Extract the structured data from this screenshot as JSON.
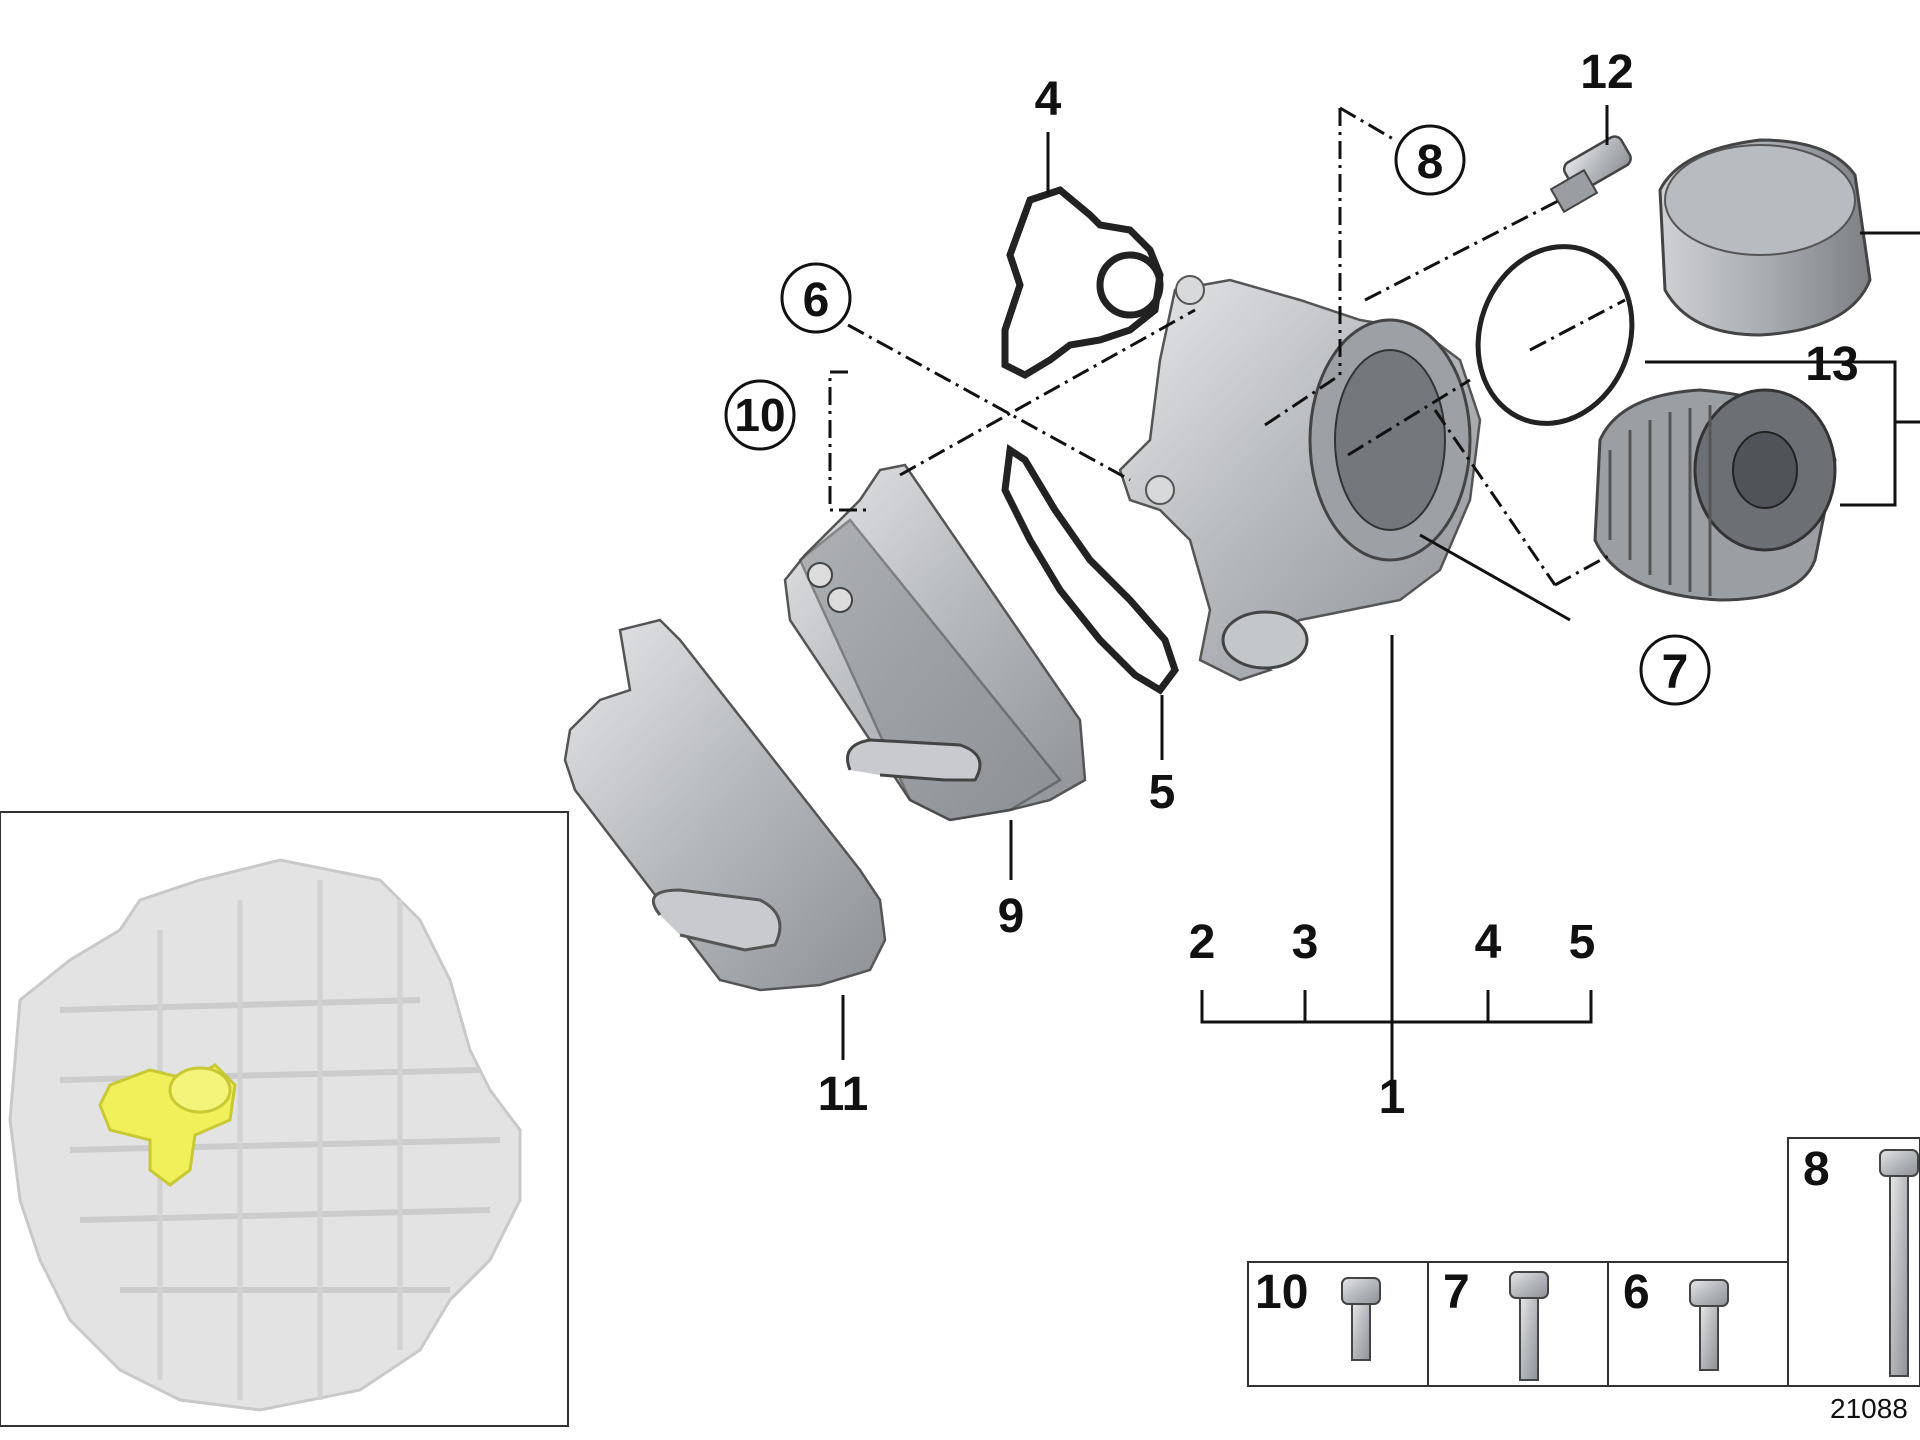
{
  "callouts": {
    "c1": "1",
    "c2": "2",
    "c3": "3",
    "c4a": "4",
    "c4b": "4",
    "c5a": "5",
    "c5b": "5",
    "c6": "6",
    "c7": "7",
    "c8": "8",
    "c9": "9",
    "c10": "10",
    "c11": "11",
    "c12": "12",
    "c13": "13"
  },
  "bolt_table": {
    "cells": [
      {
        "label": "10"
      },
      {
        "label": "7"
      },
      {
        "label": "6"
      },
      {
        "label": "8"
      }
    ]
  },
  "diagram_id": "21088",
  "colors": {
    "highlight": "#f0f05a",
    "engine": "#dcdcdc",
    "metal": "#b9bcc0"
  }
}
